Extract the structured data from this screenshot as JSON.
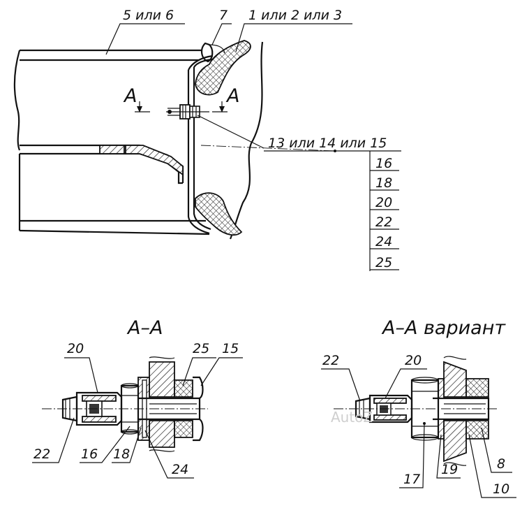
{
  "views": {
    "main": {
      "callouts": {
        "tire": "5 или 6",
        "valve_cap_top": "7",
        "rim": "1 или 2 или 3",
        "valve_group": "13 или 14 или 15"
      },
      "valve_parts_list": [
        "16",
        "18",
        "20",
        "22",
        "24",
        "25"
      ],
      "section_marks": [
        "А",
        "А"
      ]
    },
    "section_aa": {
      "title": "А–А",
      "callouts": [
        "20",
        "25",
        "15",
        "22",
        "16",
        "18",
        "24"
      ]
    },
    "section_aa_variant": {
      "title": "А–А вариант",
      "callouts": [
        "22",
        "20",
        "17",
        "19",
        "8",
        "10"
      ]
    }
  },
  "watermark": "AutoZ"
}
